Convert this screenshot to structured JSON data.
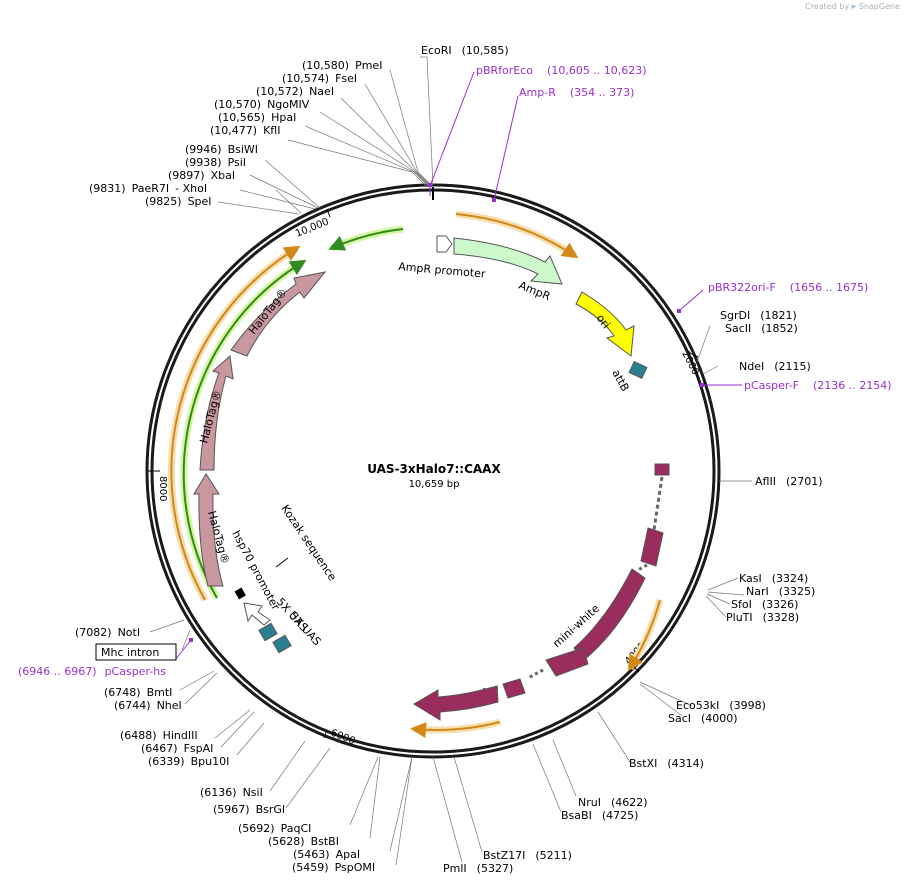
{
  "watermark": {
    "prefix": "Created by",
    "brand": "SnapGene"
  },
  "plasmid": {
    "name": "UAS-3xHalo7::CAAX",
    "length_label": "10,659 bp"
  },
  "ticks": {
    "t2000": "2000",
    "t4000": "4000",
    "t6000": "6000",
    "t8000": "8000",
    "t10000": "10,000"
  },
  "colors": {
    "backbone": "#1a1a1a",
    "halotag": "#c9979f",
    "miniwhite": "#9b2c5e",
    "ampr": "#ccf8cc",
    "ori": "#ffff00",
    "attb": "#2a7f92",
    "uas": "#2a7f92",
    "primer": "#9a2fd0",
    "orf_orange": "#d18a18",
    "orf_green": "#2f8a20"
  },
  "features": {
    "ampr_promoter": "AmpR promoter",
    "ampr": "AmpR",
    "ori": "ori",
    "attb": "attB",
    "halotag": "HaloTag®",
    "kozak": "Kozak sequence",
    "hsp70": "hsp70 promoter",
    "uas": "5X UAS",
    "mini_white": "mini-white",
    "mhc_intron": "Mhc intron"
  },
  "enzymes": {
    "ecori": {
      "name": "EcoRI",
      "pos": "(10,585)"
    },
    "pmei": {
      "name": "PmeI",
      "pos": "(10,580)"
    },
    "fsei": {
      "name": "FseI",
      "pos": "(10,574)"
    },
    "naei": {
      "name": "NaeI",
      "pos": "(10,572)"
    },
    "ngomiv": {
      "name": "NgoMIV",
      "pos": "(10,570)"
    },
    "hpai": {
      "name": "HpaI",
      "pos": "(10,565)"
    },
    "kfli": {
      "name": "KflI",
      "pos": "(10,477)"
    },
    "bsiwi": {
      "name": "BsiWI",
      "pos": "(9946)"
    },
    "psii": {
      "name": "PsiI",
      "pos": "(9938)"
    },
    "xbai": {
      "name": "XbaI",
      "pos": "(9897)"
    },
    "paer7i": {
      "name": "PaeR7I",
      "pos": "(9831)",
      "extra": "- XhoI"
    },
    "spei": {
      "name": "SpeI",
      "pos": "(9825)"
    },
    "sgrdi": {
      "name": "SgrDI",
      "pos": "(1821)"
    },
    "sacii": {
      "name": "SacII",
      "pos": "(1852)"
    },
    "ndei": {
      "name": "NdeI",
      "pos": "(2115)"
    },
    "aflii": {
      "name": "AflII",
      "pos": "(2701)"
    },
    "kasi": {
      "name": "KasI",
      "pos": "(3324)"
    },
    "nari": {
      "name": "NarI",
      "pos": "(3325)"
    },
    "sfoi": {
      "name": "SfoI",
      "pos": "(3326)"
    },
    "pluti": {
      "name": "PluTI",
      "pos": "(3328)"
    },
    "eco53ki": {
      "name": "Eco53kI",
      "pos": "(3998)"
    },
    "saci": {
      "name": "SacI",
      "pos": "(4000)"
    },
    "bstxi": {
      "name": "BstXI",
      "pos": "(4314)"
    },
    "nrui": {
      "name": "NruI",
      "pos": "(4622)"
    },
    "bsabi": {
      "name": "BsaBI",
      "pos": "(4725)"
    },
    "bstz17i": {
      "name": "BstZ17I",
      "pos": "(5211)"
    },
    "pmli": {
      "name": "PmlI",
      "pos": "(5327)"
    },
    "apai": {
      "name": "ApaI",
      "pos": "(5463)"
    },
    "pspomi": {
      "name": "PspOMI",
      "pos": "(5459)"
    },
    "bstbi": {
      "name": "BstBI",
      "pos": "(5628)"
    },
    "paqci": {
      "name": "PaqCI",
      "pos": "(5692)"
    },
    "bsrgi": {
      "name": "BsrGI",
      "pos": "(5967)"
    },
    "nsii": {
      "name": "NsiI",
      "pos": "(6136)"
    },
    "bpu10i": {
      "name": "Bpu10I",
      "pos": "(6339)"
    },
    "fspai": {
      "name": "FspAI",
      "pos": "(6467)"
    },
    "hindiii": {
      "name": "HindIII",
      "pos": "(6488)"
    },
    "nhei": {
      "name": "NheI",
      "pos": "(6744)"
    },
    "bmti": {
      "name": "BmtI",
      "pos": "(6748)"
    },
    "noti": {
      "name": "NotI",
      "pos": "(7082)"
    }
  },
  "primers": {
    "pbrforeco": {
      "name": "pBRforEco",
      "range": "(10,605 .. 10,623)"
    },
    "ampr_r": {
      "name": "Amp-R",
      "range": "(354 .. 373)"
    },
    "pbr322ori_f": {
      "name": "pBR322ori-F",
      "range": "(1656 .. 1675)"
    },
    "pcasper_f": {
      "name": "pCasper-F",
      "range": "(2136 .. 2154)"
    },
    "pcasper_hs": {
      "name": "pCasper-hs",
      "range": "(6946 .. 6967)"
    }
  }
}
